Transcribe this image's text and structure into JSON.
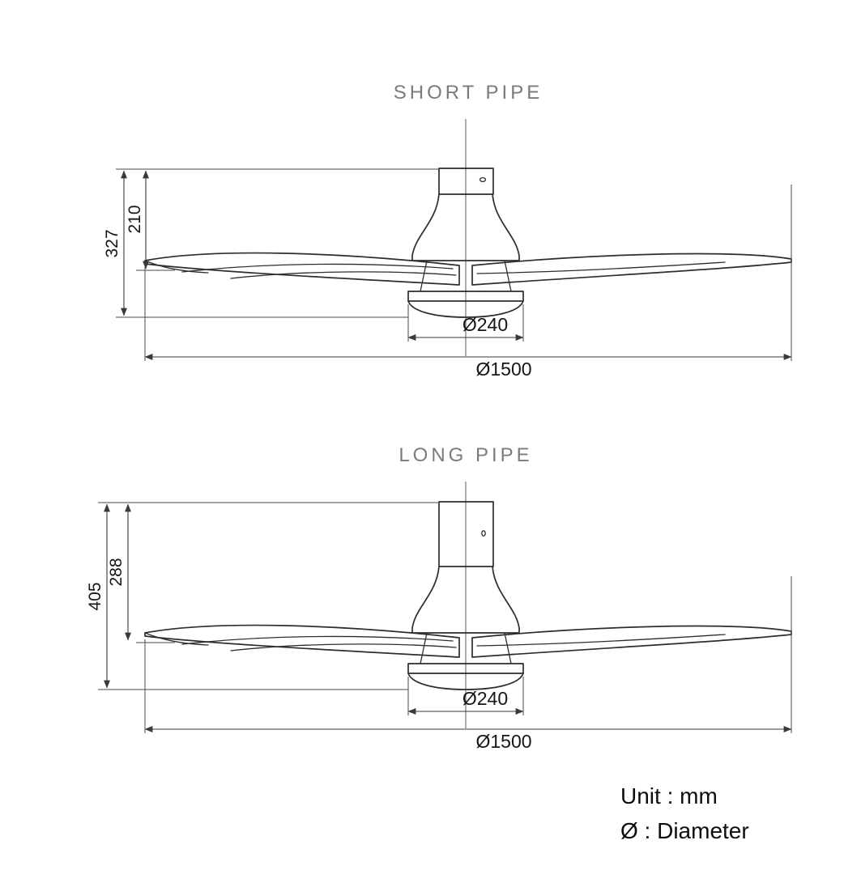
{
  "diagrams": [
    {
      "title": "SHORT PIPE",
      "total_height_mm": "327",
      "housing_height_mm": "210",
      "light_diameter": "Ø240",
      "blade_sweep_diameter": "Ø1500"
    },
    {
      "title": "LONG PIPE",
      "total_height_mm": "405",
      "housing_height_mm": "288",
      "light_diameter": "Ø240",
      "blade_sweep_diameter": "Ø1500"
    }
  ],
  "legend": {
    "unit_note": "Unit : mm",
    "diameter_note": "Ø : Diameter"
  },
  "colors": {
    "drawing_line": "#2d2d2d",
    "dimension_line": "#3a3a3a",
    "title_text": "#7b7b7b",
    "label_text": "#161616",
    "background": "#ffffff"
  }
}
